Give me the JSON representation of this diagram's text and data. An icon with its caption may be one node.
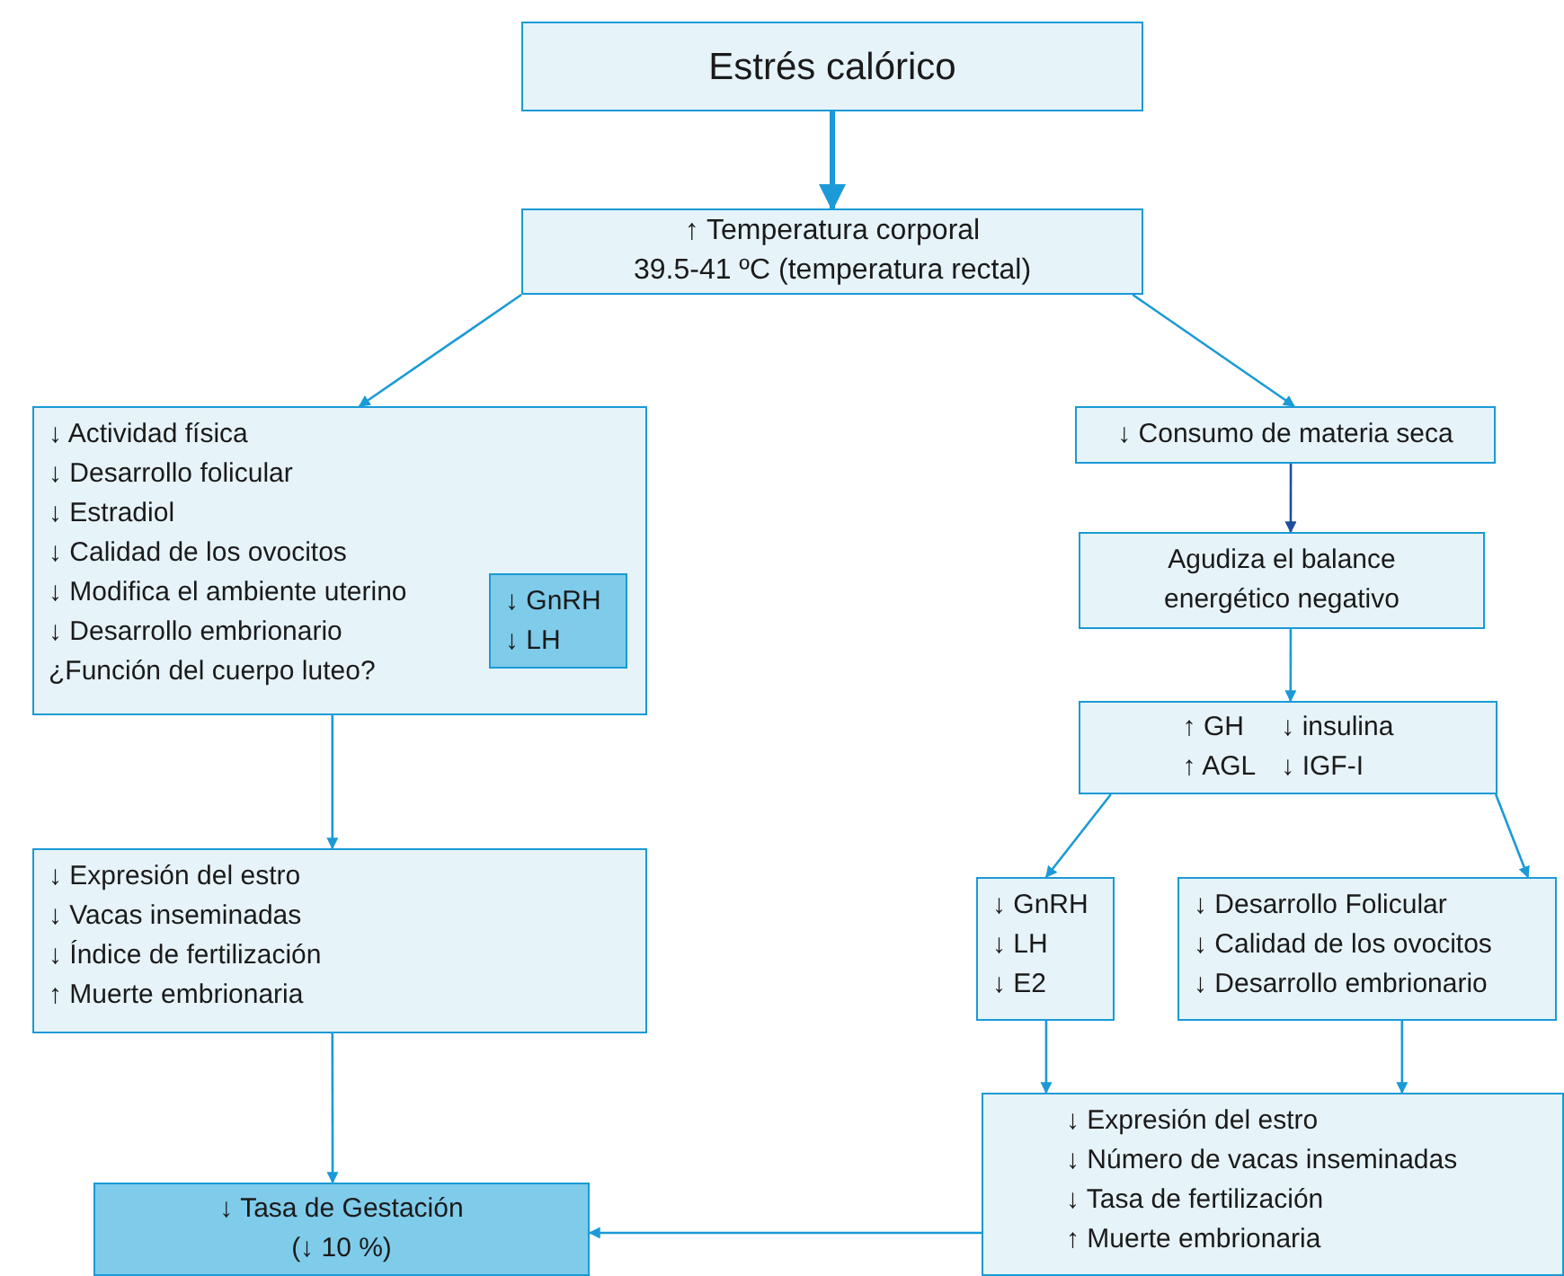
{
  "diagram": {
    "nodes": [
      {
        "text": [
          "Estrés calórico"
        ]
      },
      {
        "text": [
          "↑ Temperatura corporal",
          "39.5-41 ºC (temperatura rectal)"
        ]
      },
      {
        "text": [
          "↓ Actividad física",
          "↓ Desarrollo folicular",
          "↓ Estradiol",
          "↓ Calidad de los ovocitos",
          "↓ Modifica el ambiente uterino",
          "↓ Desarrollo embrionario",
          "¿Función del cuerpo luteo?"
        ]
      },
      {
        "text": [
          "↓ GnRH",
          "↓ LH"
        ],
        "in": 2
      },
      {
        "text": [
          "↓ Consumo de materia seca"
        ]
      },
      {
        "text": [
          "Agudiza el balance energético negativo"
        ]
      },
      {
        "text": [
          "↑ GH",
          "↓ insulina",
          "↑ AGL",
          "↓ IGF-I"
        ]
      },
      {
        "text": [
          "↓ Expresión del estro",
          "↓ Vacas inseminadas",
          "↓ Índice de fertilización",
          "↑ Muerte embrionaria"
        ]
      },
      {
        "text": [
          "↓ GnRH",
          "↓ LH",
          "↓ E2"
        ]
      },
      {
        "text": [
          "↓ Desarrollo Folicular",
          "↓ Calidad de los ovocitos",
          "↓ Desarrollo embrionario"
        ]
      },
      {
        "text": [
          "↓ Expresión del estro",
          "↓ Número de vacas inseminadas",
          "↓ Tasa de fertilización",
          "↑ Muerte embrionaria"
        ]
      },
      {
        "text": [
          "↓ Tasa de Gestación",
          "(↓ 10 %)"
        ]
      }
    ],
    "edges": [
      {
        "from": 0,
        "to": 1,
        "arrow": "to",
        "style": "thick"
      },
      {
        "from": 1,
        "to": 2,
        "arrow": "to"
      },
      {
        "from": 1,
        "to": 4,
        "arrow": "to"
      },
      {
        "from": 4,
        "to": 5,
        "arrow": "to",
        "color": "#1f4e9a"
      },
      {
        "from": 5,
        "to": 6,
        "arrow": "to"
      },
      {
        "from": 6,
        "to": 8,
        "arrow": "to"
      },
      {
        "from": 6,
        "to": 9,
        "arrow": "to"
      },
      {
        "from": 2,
        "to": 7,
        "arrow": "to"
      },
      {
        "from": 7,
        "to": 11,
        "arrow": "to"
      },
      {
        "from": 8,
        "to": 10,
        "arrow": "to"
      },
      {
        "from": 9,
        "to": 10,
        "arrow": "to"
      },
      {
        "from": 10,
        "to": 11,
        "arrow": "to"
      }
    ]
  }
}
